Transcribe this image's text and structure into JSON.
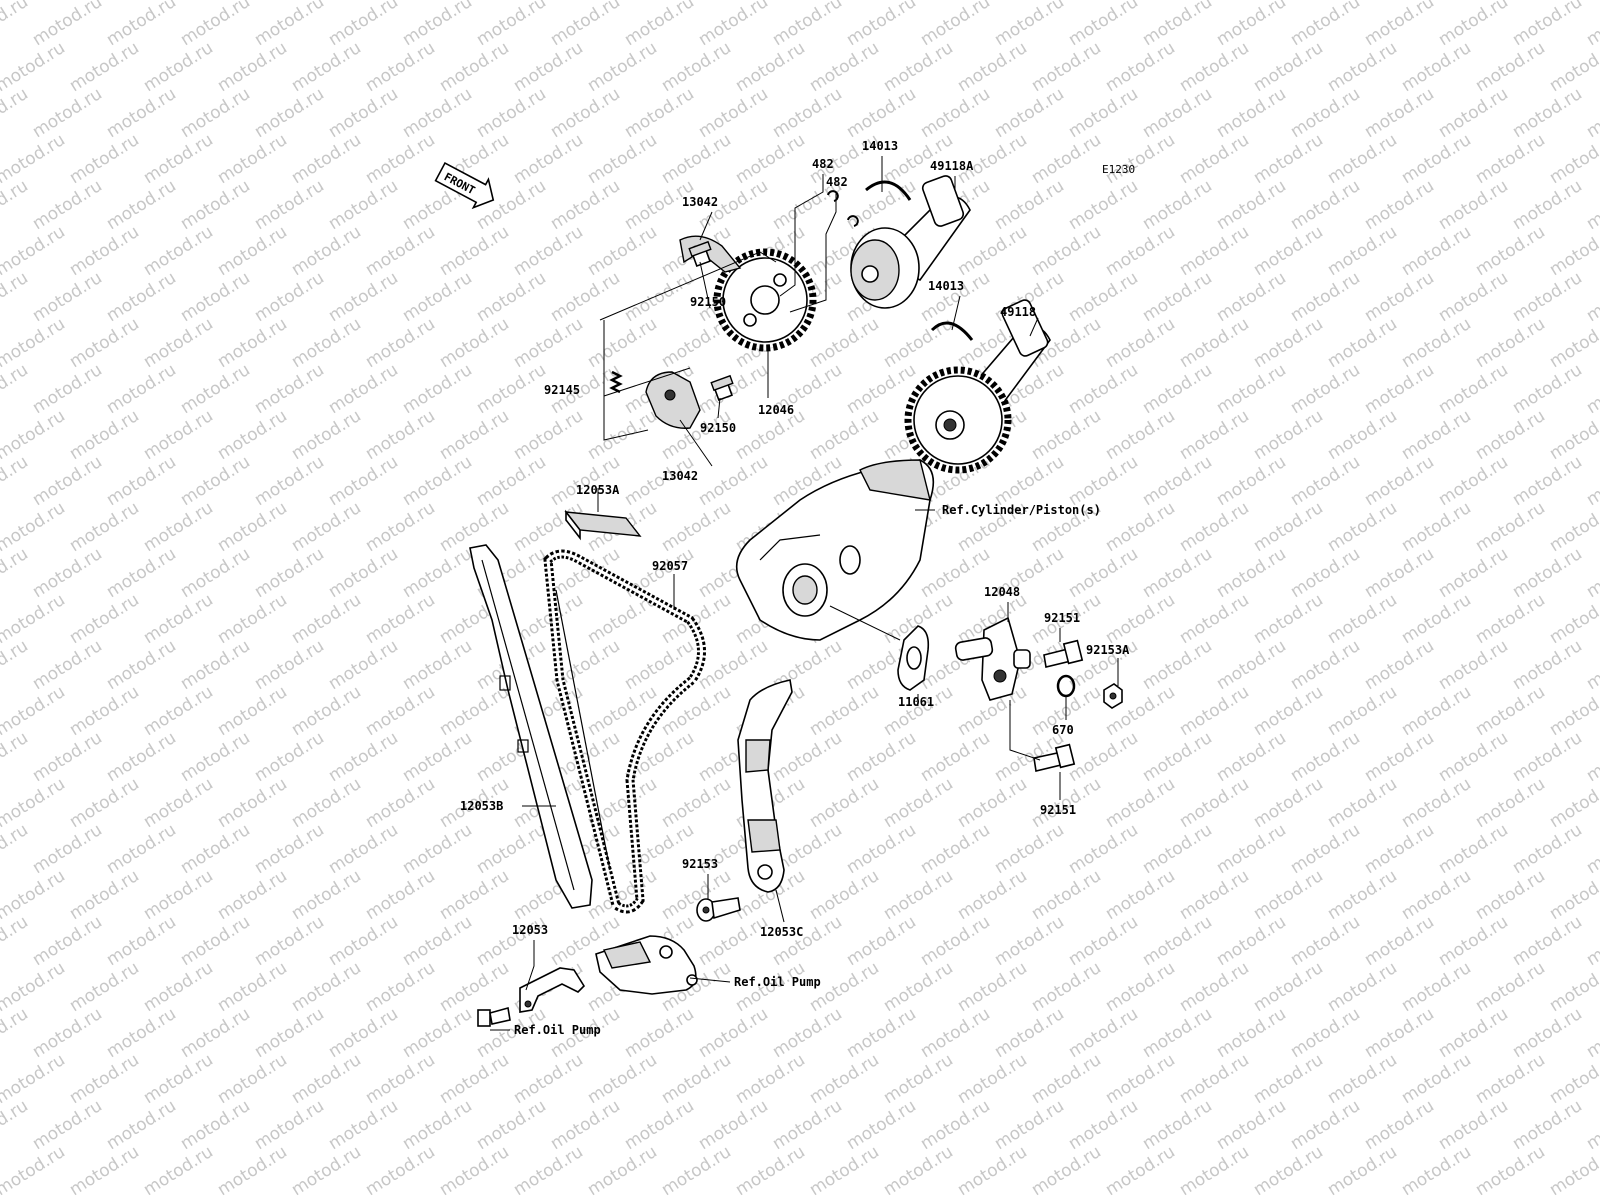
{
  "diagram": {
    "code": "E1230",
    "watermark_text": "motod.ru",
    "front_arrow": {
      "icon": "front-arrow-icon",
      "text": "FRONT"
    },
    "labels": {
      "p482a": "482",
      "p482b": "482",
      "p14013a": "14013",
      "p49118A": "49118A",
      "p13042a": "13042",
      "p92150a": "92150",
      "p14013b": "14013",
      "p49118": "49118",
      "p92145": "92145",
      "p92150b": "92150",
      "p12046": "12046",
      "p13042b": "13042",
      "p12053A": "12053A",
      "refCylinder": "Ref.Cylinder/Piston(s)",
      "p92057": "92057",
      "p12048": "12048",
      "p92151a": "92151",
      "p92153A": "92153A",
      "p11061": "11061",
      "p670": "670",
      "p12053B": "12053B",
      "p92151b": "92151",
      "p92153": "92153",
      "p12053C": "12053C",
      "p12053": "12053",
      "refOilPump1": "Ref.Oil Pump",
      "refOilPump2": "Ref.Oil Pump"
    }
  }
}
